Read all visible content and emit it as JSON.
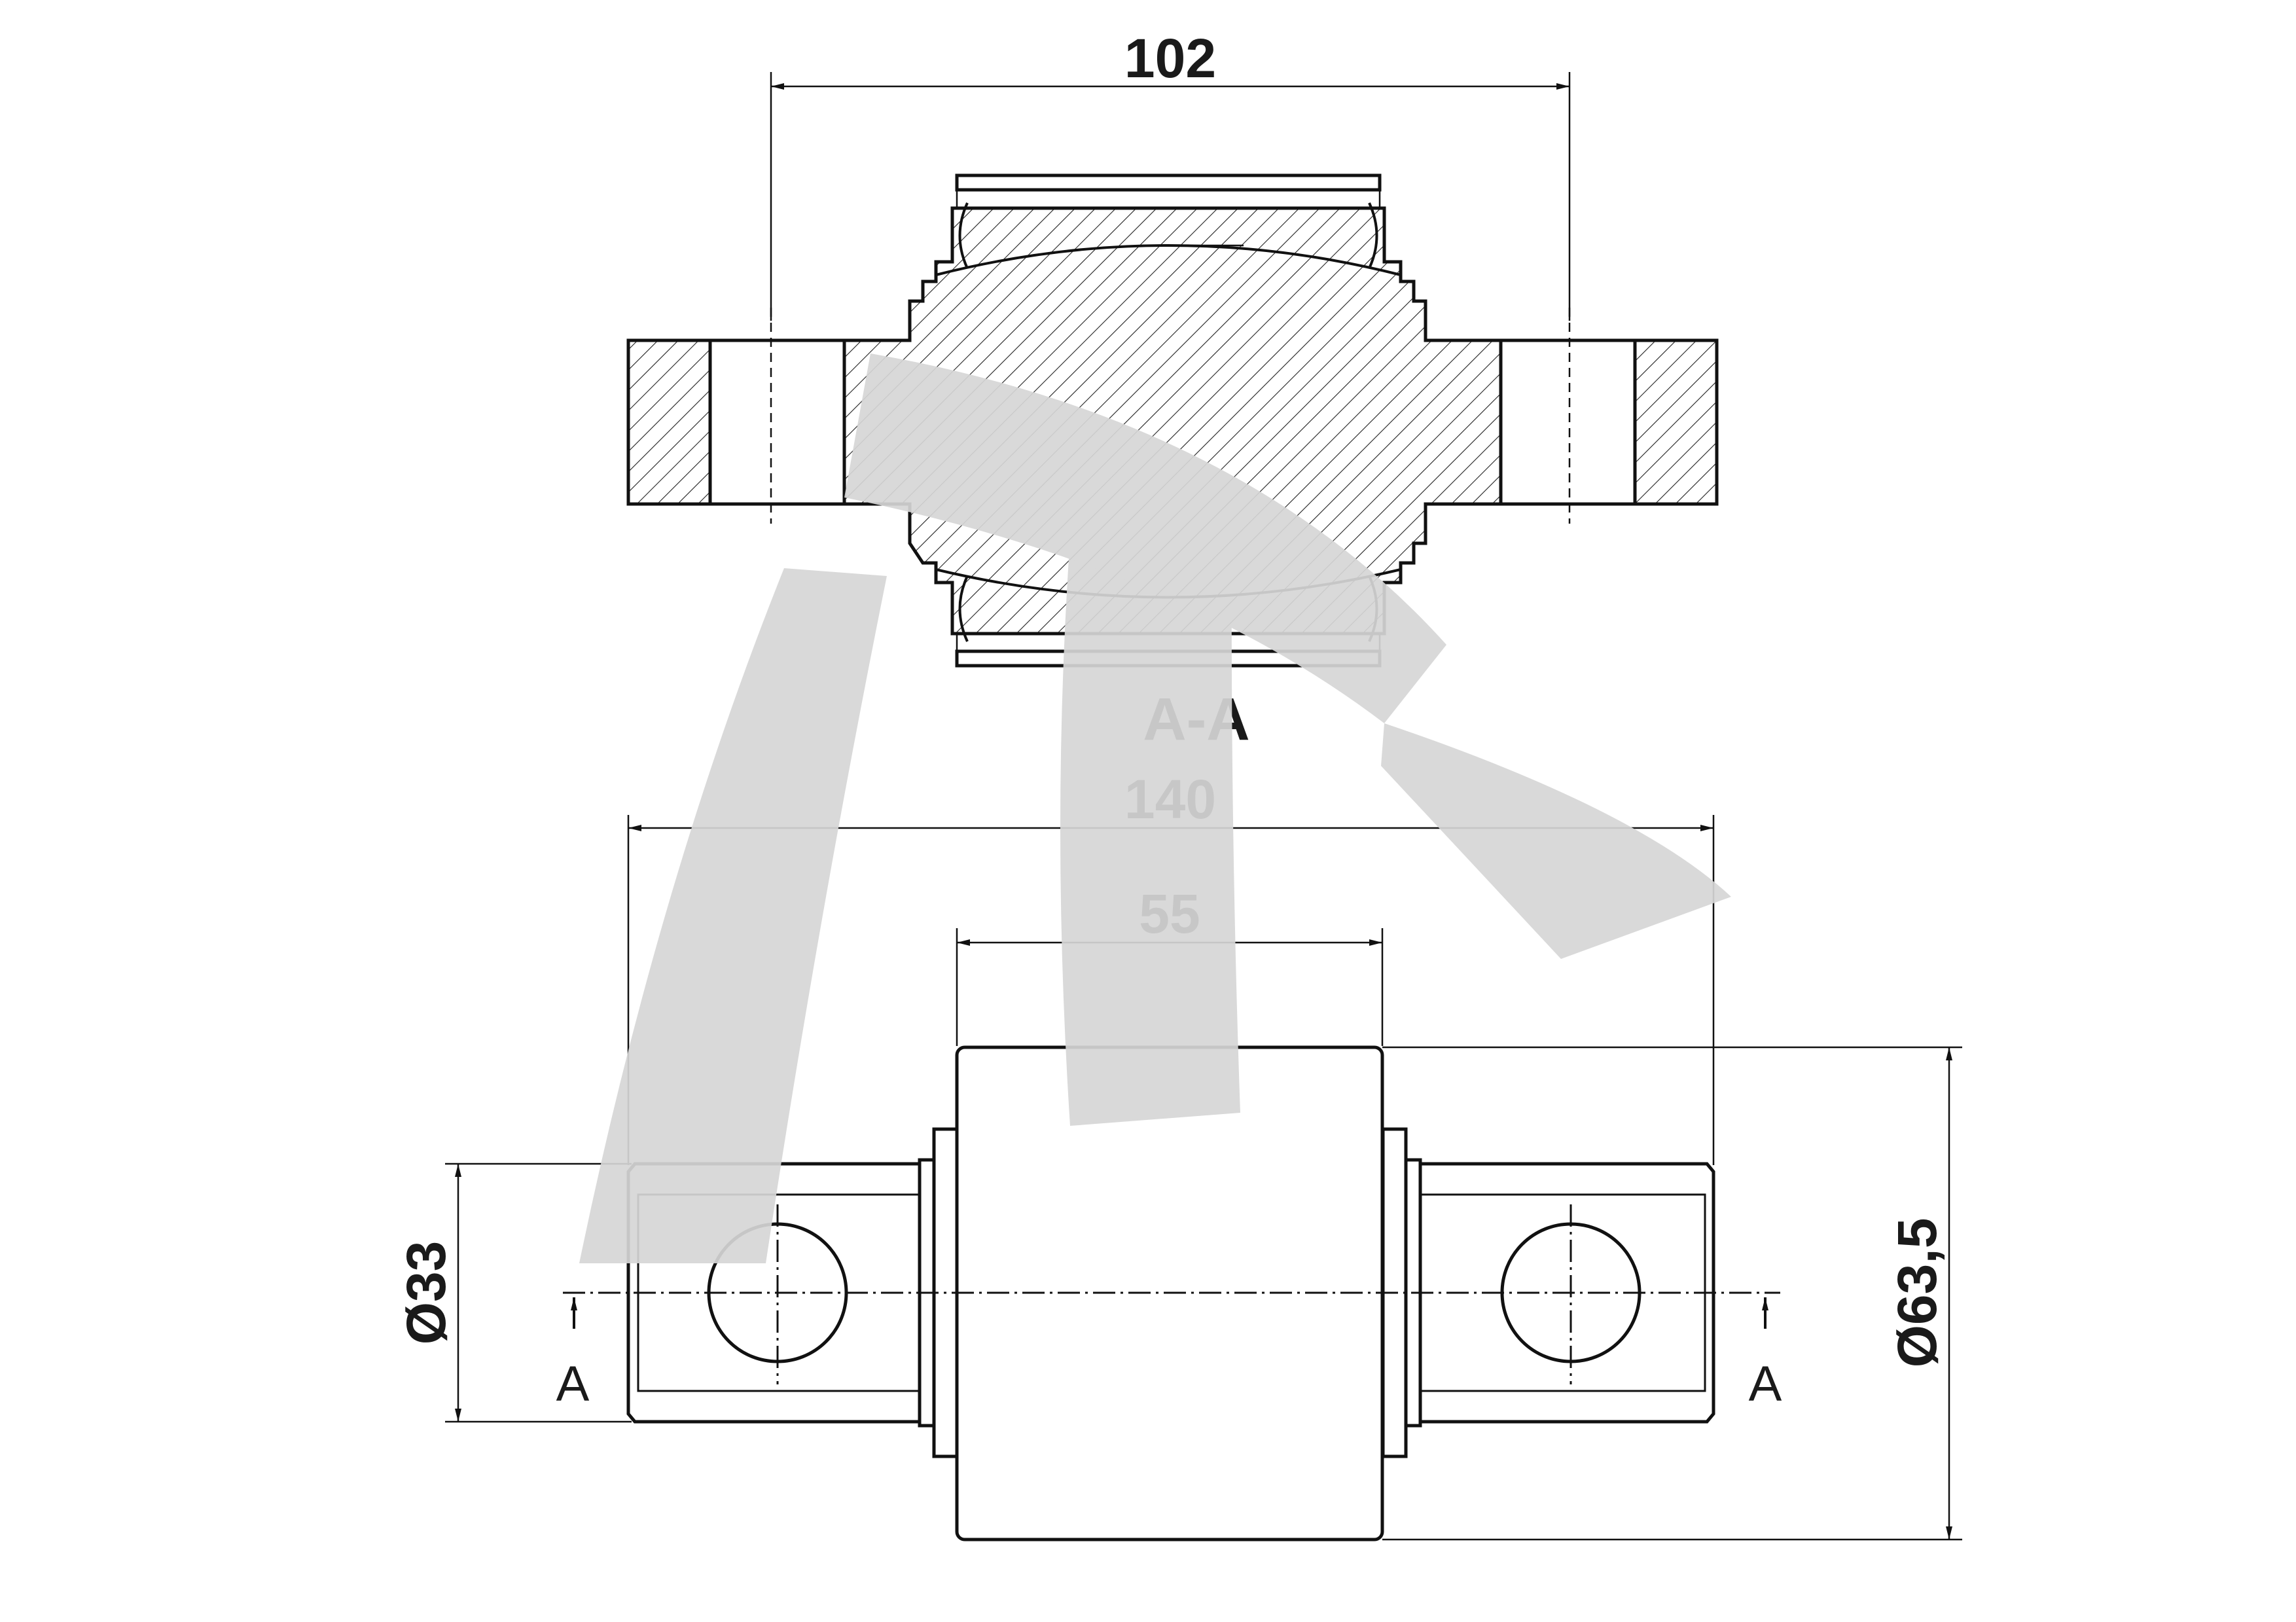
{
  "section_view": {
    "title": "A-A",
    "dimension_width": "102"
  },
  "side_view": {
    "dimension_overall_length": "140",
    "dimension_body_length": "55",
    "dimension_pin_diameter": "Ø33",
    "dimension_outer_diameter": "Ø63,5",
    "section_marker_left": "A",
    "section_marker_right": "A"
  },
  "colors": {
    "line": "#111111",
    "watermark": "#d6d6d6"
  },
  "icons": {
    "watermark": "brand-logo-watermark"
  }
}
